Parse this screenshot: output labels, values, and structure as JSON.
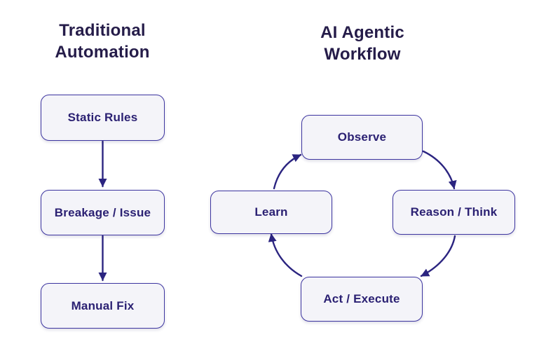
{
  "left_column": {
    "title": "Traditional Automation",
    "steps": [
      {
        "label": "Static Rules"
      },
      {
        "label": "Breakage / Issue"
      },
      {
        "label": "Manual Fix"
      }
    ]
  },
  "right_column": {
    "title": "AI Agentic Workflow",
    "steps": [
      {
        "label": "Observe"
      },
      {
        "label": "Reason / Think"
      },
      {
        "label": "Act / Execute"
      },
      {
        "label": "Learn"
      }
    ]
  },
  "colors": {
    "background": "#ffffff",
    "node_fill": "#f4f4f9",
    "node_border": "#3d35a0",
    "node_text": "#2b2173",
    "title_text": "#251c49",
    "arrow": "#2b2480"
  }
}
